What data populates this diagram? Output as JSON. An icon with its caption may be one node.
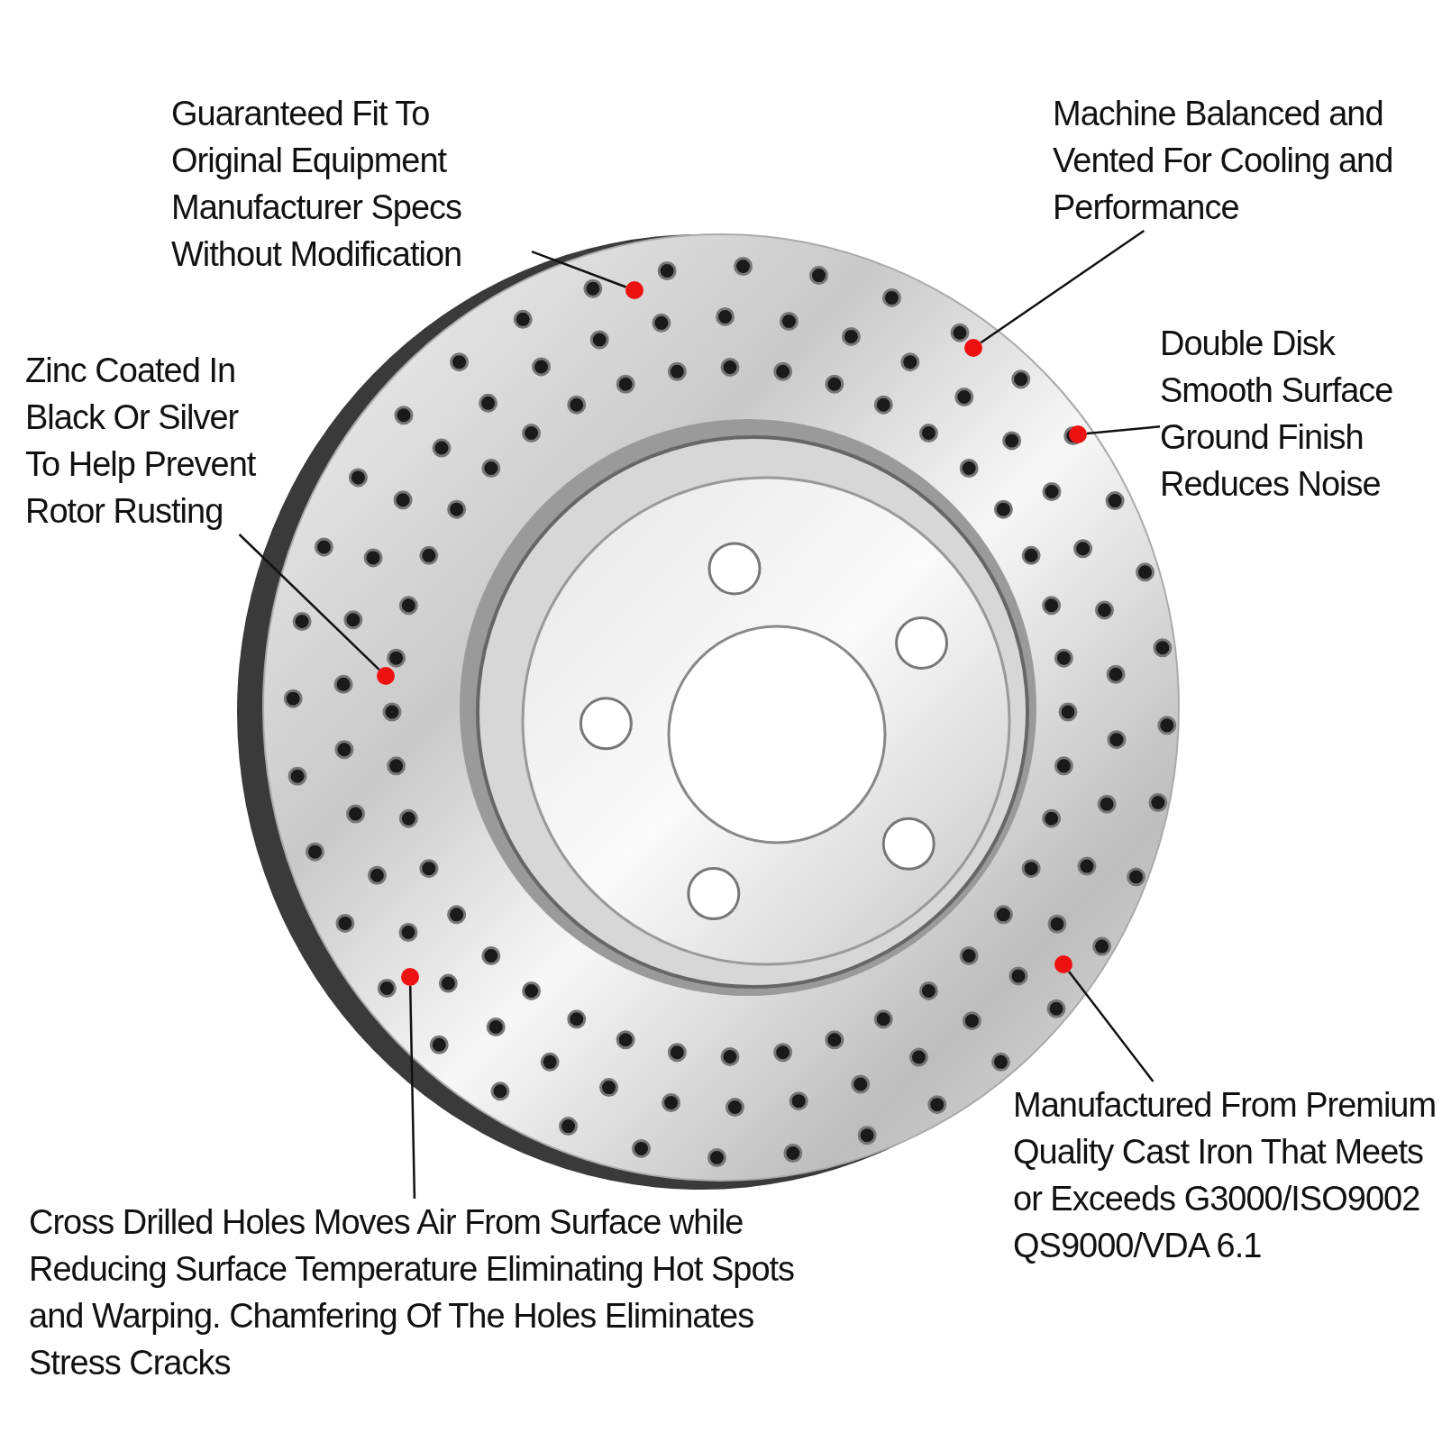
{
  "diagram": {
    "nodes": [
      {
        "text": [
          "Guaranteed Fit To Original Equipment Manufacturer Specs Without Modification"
        ]
      },
      {
        "text": [
          "Machine Balanced and Vented For Cooling and Performance"
        ]
      },
      {
        "text": [
          "Zinc Coated In Black Or Silver To Help Prevent Rotor Rusting"
        ]
      },
      {
        "text": [
          "Double Disk Smooth Surface Ground Finish Reduces Noise"
        ]
      },
      {
        "text": [
          "Cross Drilled Holes Moves Air From Surface while Reducing Surface Temperature Eliminating Hot Spots and Warping. Chamfering Of The Holes Eliminates Stress Cracks"
        ]
      },
      {
        "text": [
          "Manufactured From Premium Quality Cast Iron That Meets or Exceeds G3000/ISO9002 QS9000/VDA 6.1"
        ]
      },
      {
        "text": [],
        "shape": "circle"
      },
      {
        "text": [],
        "shape": "circle"
      },
      {
        "text": [],
        "shape": "circle"
      },
      {
        "text": [],
        "shape": "circle"
      },
      {
        "text": [],
        "shape": "circle"
      },
      {
        "text": [],
        "shape": "circle"
      }
    ],
    "edges": [
      {
        "from": 0,
        "to": 6,
        "arrow": "none"
      },
      {
        "from": 1,
        "to": 7,
        "arrow": "none"
      },
      {
        "from": 2,
        "to": 8,
        "arrow": "none"
      },
      {
        "from": 3,
        "to": 9,
        "arrow": "none"
      },
      {
        "from": 4,
        "to": 10,
        "arrow": "none"
      },
      {
        "from": 5,
        "to": 11,
        "arrow": "none"
      }
    ]
  }
}
